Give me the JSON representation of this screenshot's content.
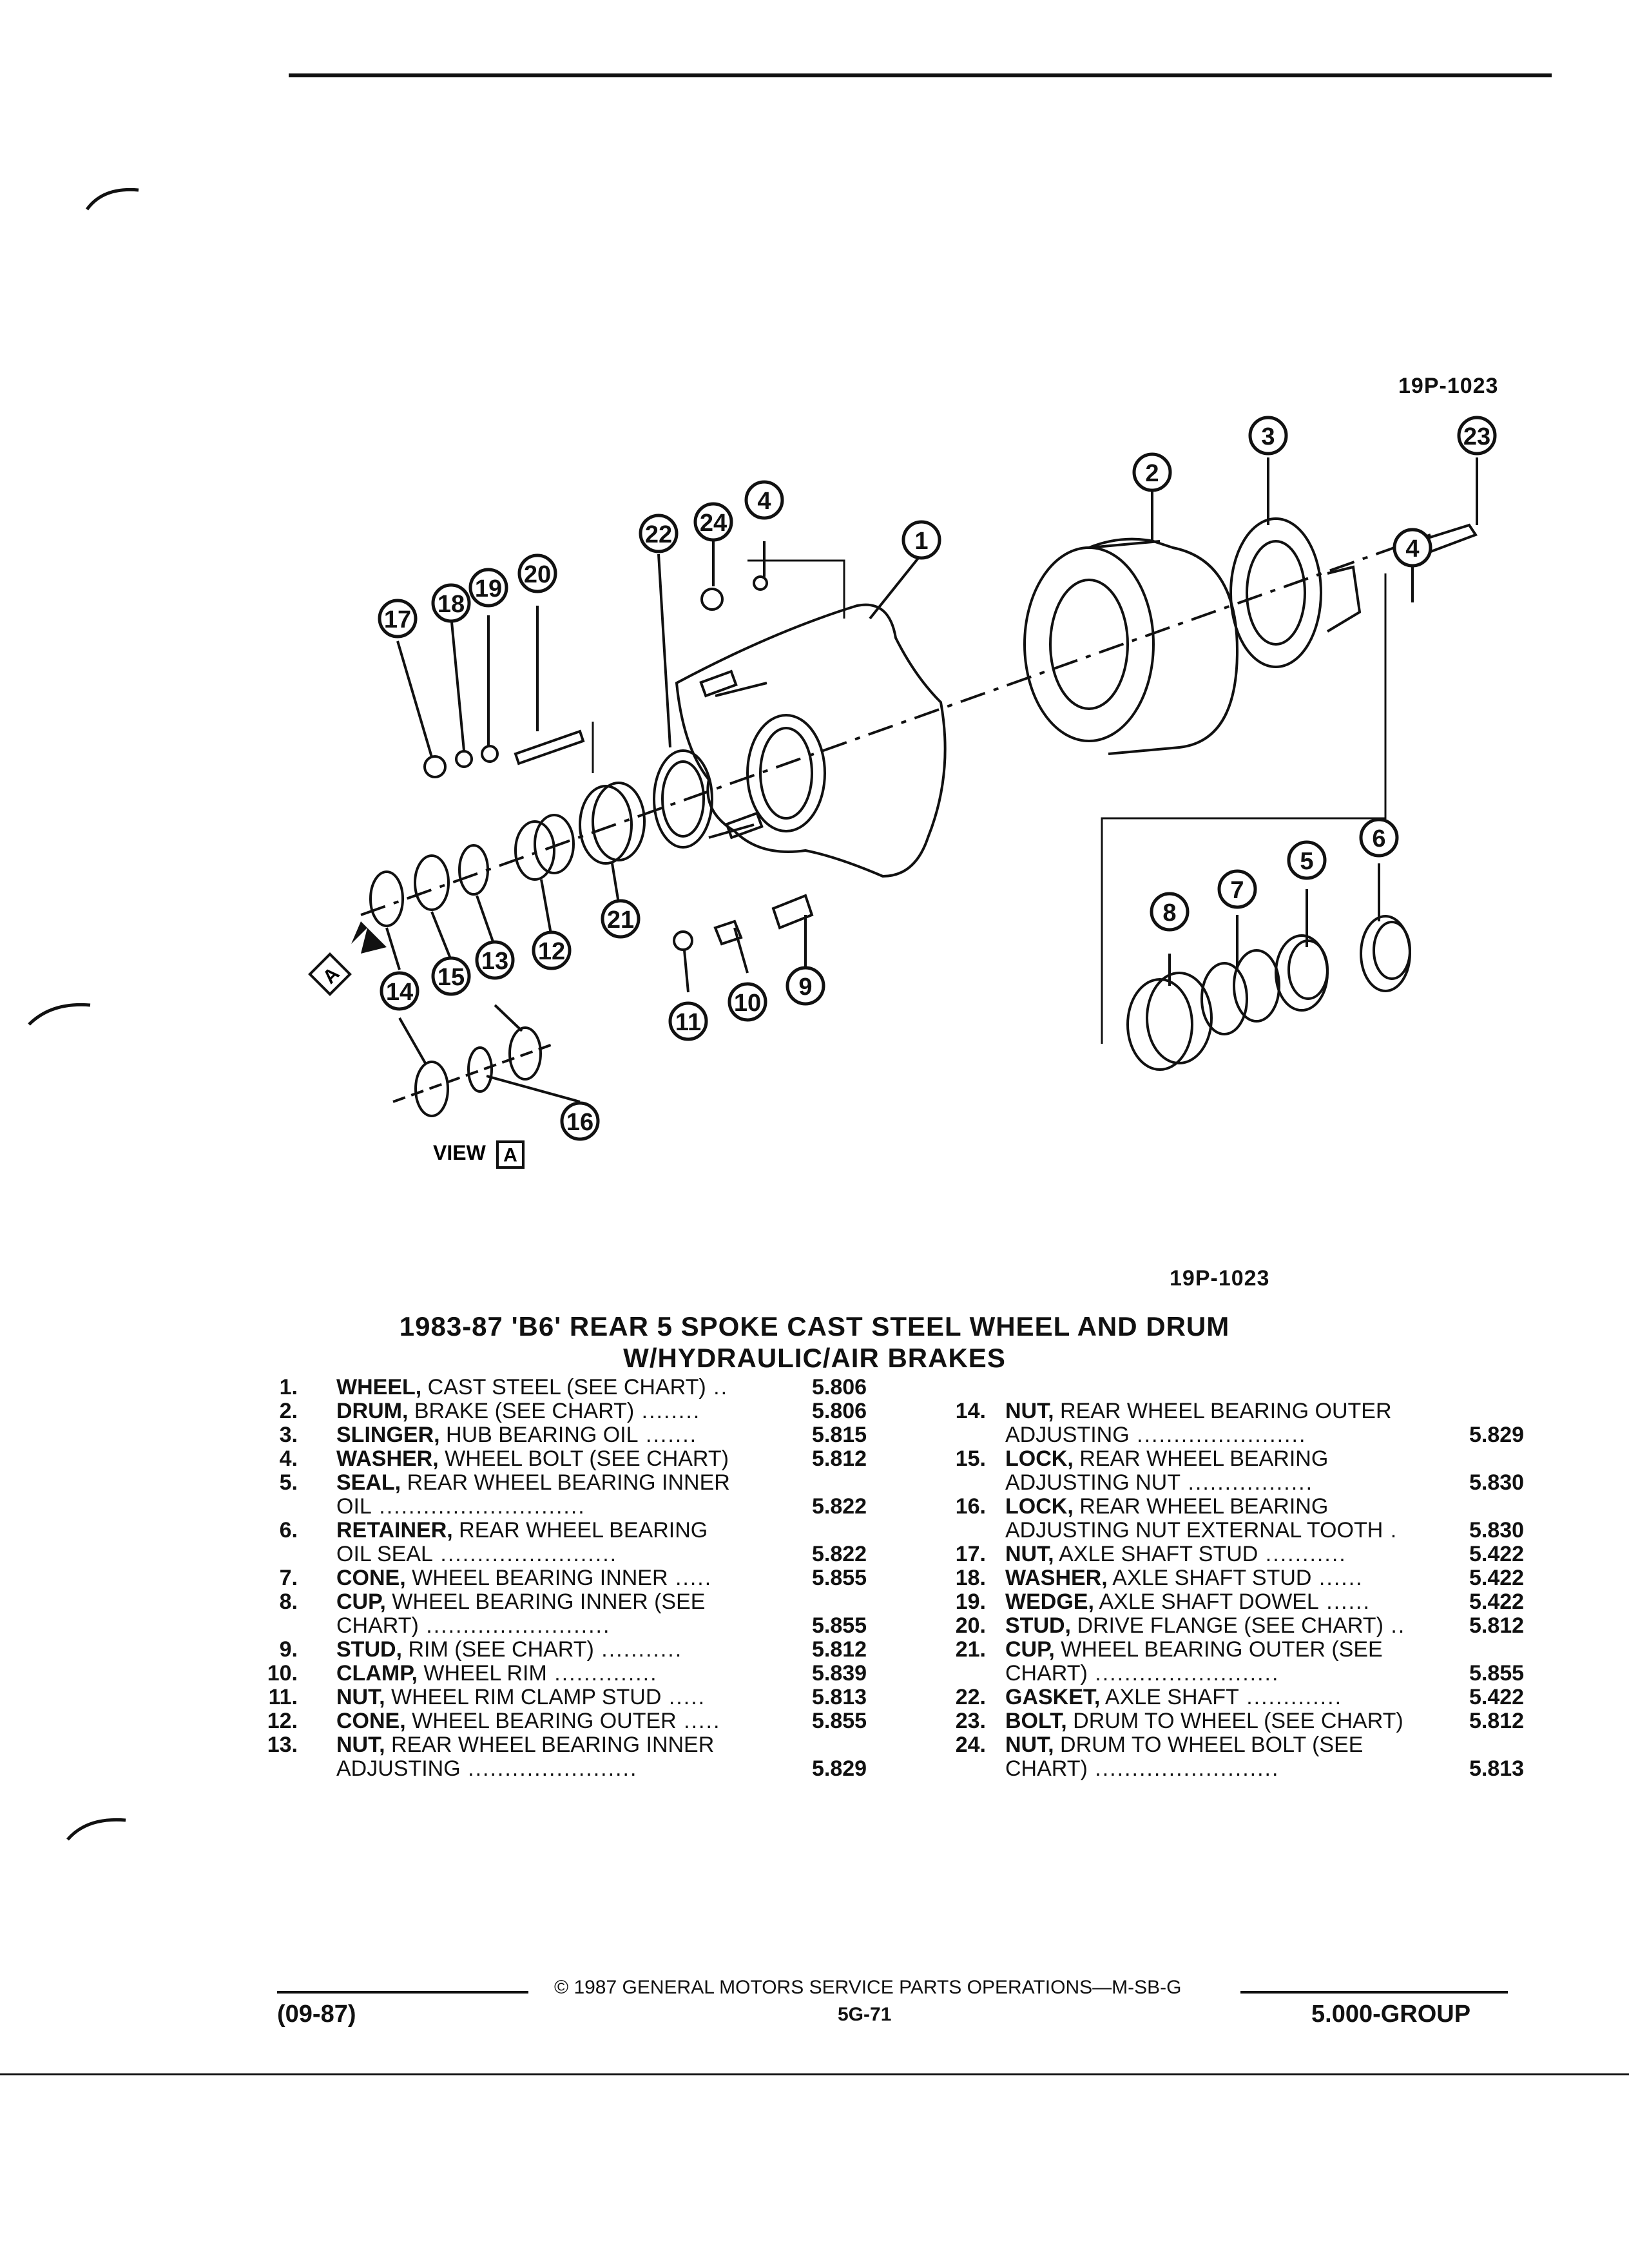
{
  "figure_id_top": "19P-1023",
  "figure_id_bottom": "19P-1023",
  "title_line1": "1983-87 'B6' REAR 5 SPOKE CAST STEEL WHEEL AND DRUM",
  "title_line2": "W/HYDRAULIC/AIR BRAKES",
  "view_label": "VIEW",
  "view_letter": "A",
  "callouts": [
    "1",
    "2",
    "3",
    "4",
    "5",
    "6",
    "7",
    "8",
    "9",
    "10",
    "11",
    "12",
    "13",
    "14",
    "15",
    "16",
    "17",
    "18",
    "19",
    "20",
    "21",
    "22",
    "23",
    "24"
  ],
  "parts_left": [
    {
      "num": "1.",
      "name": "WHEEL,",
      "rest": " CAST STEEL (SEE CHART)",
      "dots": " ..",
      "ref": "5.806"
    },
    {
      "num": "2.",
      "name": "DRUM,",
      "rest": " BRAKE (SEE CHART)",
      "dots": " ........",
      "ref": "5.806"
    },
    {
      "num": "3.",
      "name": "SLINGER,",
      "rest": " HUB BEARING OIL",
      "dots": " .......",
      "ref": "5.815"
    },
    {
      "num": "4.",
      "name": "WASHER,",
      "rest": " WHEEL BOLT (SEE CHART)",
      "dots": "",
      "ref": "5.812"
    },
    {
      "num": "5.",
      "name": "SEAL,",
      "rest": " REAR WHEEL BEARING INNER",
      "dots": "",
      "ref": ""
    },
    {
      "num": "",
      "name": "",
      "rest": "OIL",
      "dots": " ............................",
      "ref": "5.822"
    },
    {
      "num": "6.",
      "name": "RETAINER,",
      "rest": " REAR WHEEL BEARING",
      "dots": "",
      "ref": ""
    },
    {
      "num": "",
      "name": "",
      "rest": "OIL SEAL",
      "dots": " ........................",
      "ref": "5.822"
    },
    {
      "num": "7.",
      "name": "CONE,",
      "rest": " WHEEL BEARING INNER",
      "dots": " .....",
      "ref": "5.855"
    },
    {
      "num": "8.",
      "name": "CUP,",
      "rest": " WHEEL BEARING INNER (SEE",
      "dots": "",
      "ref": ""
    },
    {
      "num": "",
      "name": "",
      "rest": "CHART)",
      "dots": " .........................",
      "ref": "5.855"
    },
    {
      "num": "9.",
      "name": "STUD,",
      "rest": " RIM (SEE CHART)",
      "dots": " ...........",
      "ref": "5.812"
    },
    {
      "num": "10.",
      "name": "CLAMP,",
      "rest": " WHEEL RIM",
      "dots": " ..............",
      "ref": "5.839"
    },
    {
      "num": "11.",
      "name": "NUT,",
      "rest": " WHEEL RIM CLAMP STUD",
      "dots": " .....",
      "ref": "5.813"
    },
    {
      "num": "12.",
      "name": "CONE,",
      "rest": " WHEEL BEARING OUTER",
      "dots": " .....",
      "ref": "5.855"
    },
    {
      "num": "13.",
      "name": "NUT,",
      "rest": " REAR WHEEL BEARING INNER",
      "dots": "",
      "ref": ""
    },
    {
      "num": "",
      "name": "",
      "rest": "ADJUSTING",
      "dots": " .......................",
      "ref": "5.829"
    }
  ],
  "parts_right": [
    {
      "num": "",
      "name": "",
      "rest": "",
      "dots": "",
      "ref": ""
    },
    {
      "num": "14.",
      "name": "NUT,",
      "rest": " REAR WHEEL BEARING OUTER",
      "dots": "",
      "ref": ""
    },
    {
      "num": "",
      "name": "",
      "rest": "ADJUSTING",
      "dots": " .......................",
      "ref": "5.829"
    },
    {
      "num": "15.",
      "name": "LOCK,",
      "rest": " REAR WHEEL BEARING",
      "dots": "",
      "ref": ""
    },
    {
      "num": "",
      "name": "",
      "rest": "ADJUSTING NUT",
      "dots": " .................",
      "ref": "5.830"
    },
    {
      "num": "16.",
      "name": "LOCK,",
      "rest": " REAR WHEEL BEARING",
      "dots": "",
      "ref": ""
    },
    {
      "num": "",
      "name": "",
      "rest": "ADJUSTING NUT EXTERNAL TOOTH",
      "dots": " .",
      "ref": "5.830"
    },
    {
      "num": "17.",
      "name": "NUT,",
      "rest": " AXLE SHAFT STUD",
      "dots": " ...........",
      "ref": "5.422"
    },
    {
      "num": "18.",
      "name": "WASHER,",
      "rest": " AXLE SHAFT STUD",
      "dots": " ......",
      "ref": "5.422"
    },
    {
      "num": "19.",
      "name": "WEDGE,",
      "rest": " AXLE SHAFT DOWEL",
      "dots": " ......",
      "ref": "5.422"
    },
    {
      "num": "20.",
      "name": "STUD,",
      "rest": " DRIVE FLANGE (SEE CHART)",
      "dots": " ..",
      "ref": "5.812"
    },
    {
      "num": "21.",
      "name": "CUP,",
      "rest": " WHEEL BEARING OUTER (SEE",
      "dots": "",
      "ref": ""
    },
    {
      "num": "",
      "name": "",
      "rest": "CHART)",
      "dots": " .........................",
      "ref": "5.855"
    },
    {
      "num": "22.",
      "name": "GASKET,",
      "rest": " AXLE SHAFT",
      "dots": " .............",
      "ref": "5.422"
    },
    {
      "num": "23.",
      "name": "BOLT,",
      "rest": " DRUM TO WHEEL (SEE CHART)",
      "dots": "",
      "ref": "5.812"
    },
    {
      "num": "24.",
      "name": "NUT,",
      "rest": " DRUM TO WHEEL BOLT (SEE",
      "dots": "",
      "ref": ""
    },
    {
      "num": "",
      "name": "",
      "rest": "CHART)",
      "dots": " .........................",
      "ref": "5.813"
    }
  ],
  "footer": {
    "copyright": "© 1987 GENERAL MOTORS SERVICE PARTS OPERATIONS—M-SB-G",
    "date_code": "(09-87)",
    "page": "5G-71",
    "group": "5.000-GROUP"
  }
}
